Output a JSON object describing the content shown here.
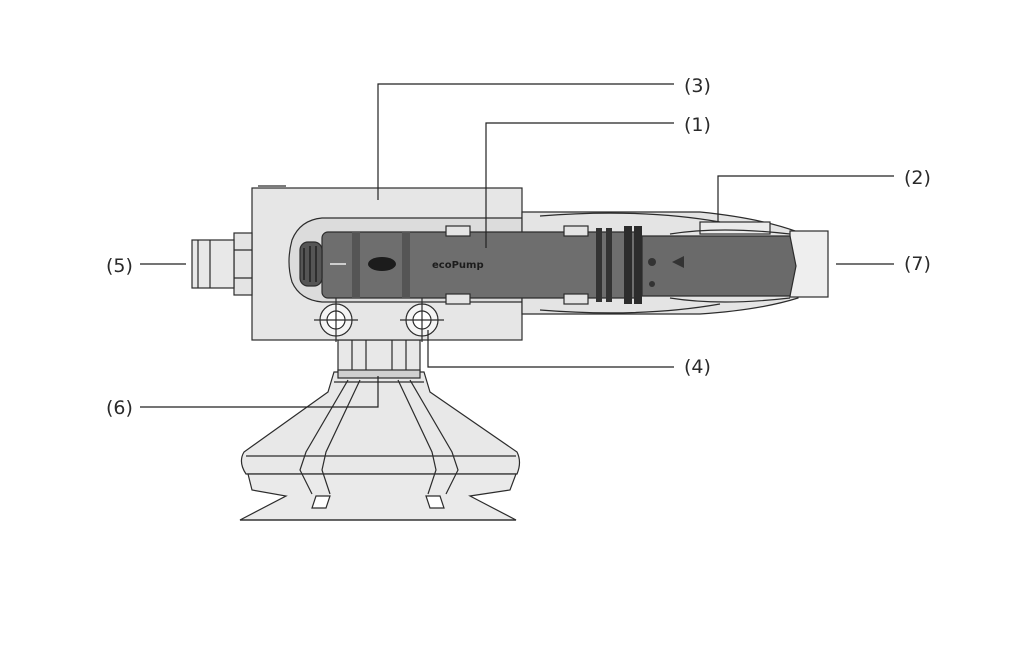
{
  "diagram": {
    "product_mark": "ecoPump",
    "callouts": [
      {
        "id": "c1",
        "label": "(1)"
      },
      {
        "id": "c2",
        "label": "(2)"
      },
      {
        "id": "c3",
        "label": "(3)"
      },
      {
        "id": "c4",
        "label": "(4)"
      },
      {
        "id": "c5",
        "label": "(5)"
      },
      {
        "id": "c6",
        "label": "(6)"
      },
      {
        "id": "c7",
        "label": "(7)"
      }
    ]
  },
  "colors": {
    "housing": "#e6e6e6",
    "pump": "#6e6e6e",
    "pump_dark": "#3a3a3a",
    "line": "#222222"
  }
}
